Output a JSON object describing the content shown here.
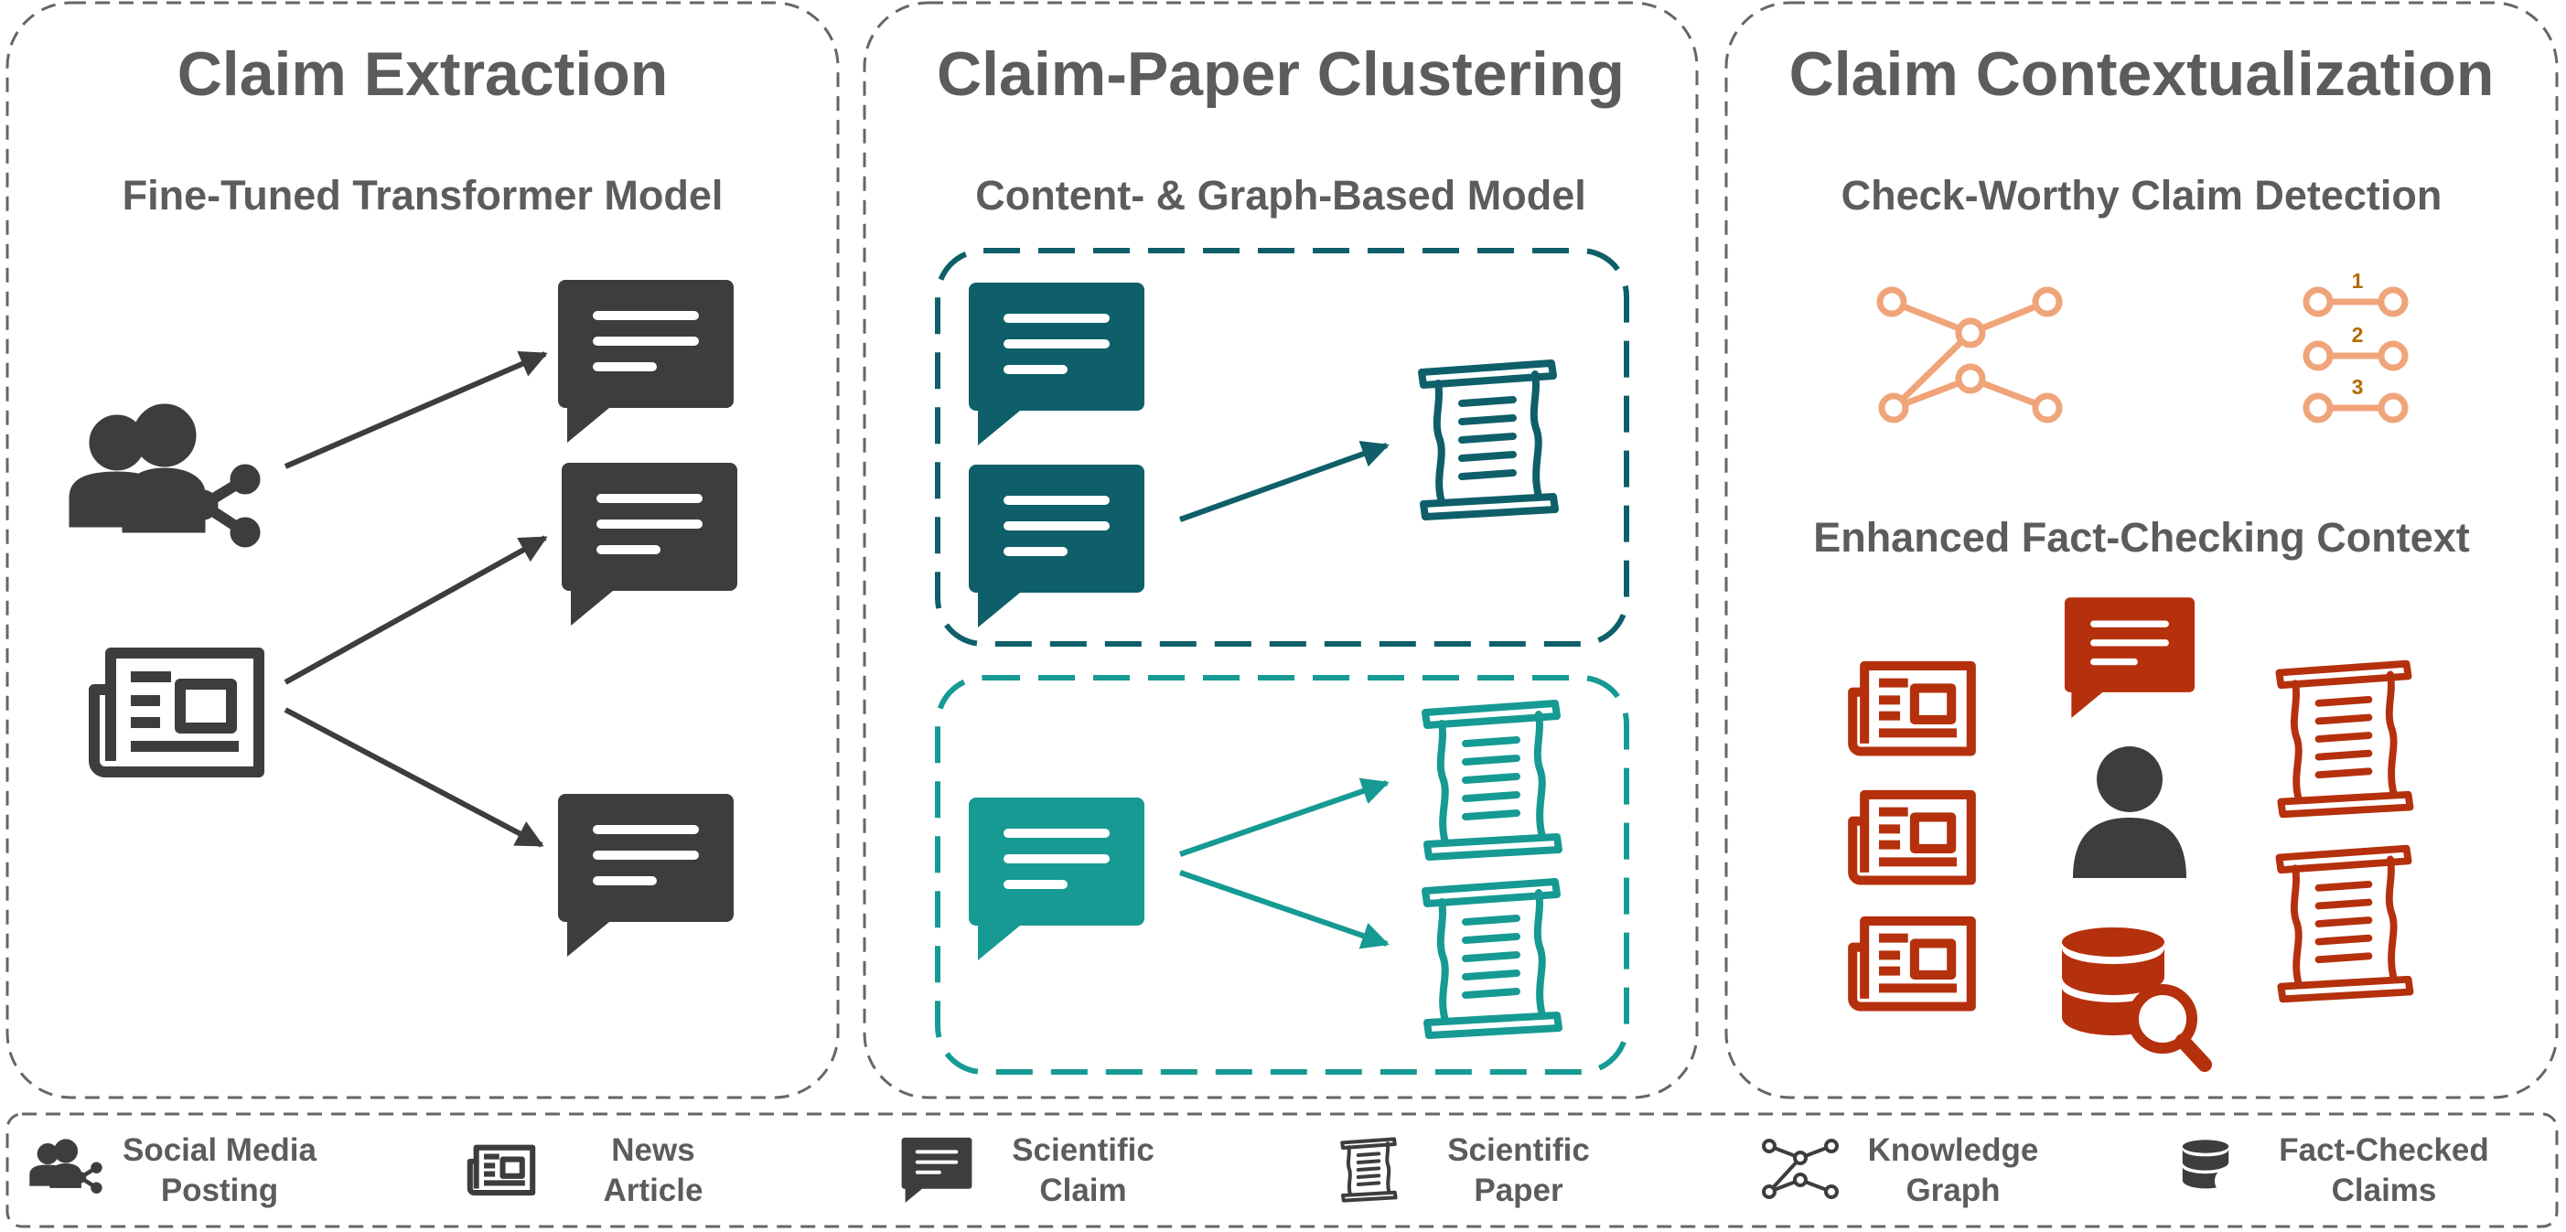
{
  "panels": [
    {
      "title": "Claim Extraction",
      "subtitle": "Fine-Tuned Transformer Model"
    },
    {
      "title": "Claim-Paper Clustering",
      "subtitle": "Content- & Graph-Based Model"
    },
    {
      "title": "Claim Contextualization",
      "subtitle": "Check-Worthy Claim Detection",
      "subtitle2": "Enhanced Fact-Checking Context"
    }
  ],
  "ranked_list_numbers": [
    "1",
    "2",
    "3"
  ],
  "legend": [
    {
      "line1": "Social Media",
      "line2": "Posting",
      "icon": "social-media-icon"
    },
    {
      "line1": "News",
      "line2": "Article",
      "icon": "news-article-icon"
    },
    {
      "line1": "Scientific",
      "line2": "Claim",
      "icon": "claim-icon"
    },
    {
      "line1": "Scientific",
      "line2": "Paper",
      "icon": "paper-scroll-icon"
    },
    {
      "line1": "Knowledge",
      "line2": "Graph",
      "icon": "knowledge-graph-icon"
    },
    {
      "line1": "Fact-Checked",
      "line2": "Claims",
      "icon": "database-search-icon"
    }
  ],
  "colors": {
    "dark": "#3d3d3d",
    "title": "#5c5c5c",
    "teal_dark": "#0e5f69",
    "teal_light": "#169a93",
    "orange": "#f0a47a",
    "red": "#b5300d",
    "rank_number": "#b36a00"
  }
}
